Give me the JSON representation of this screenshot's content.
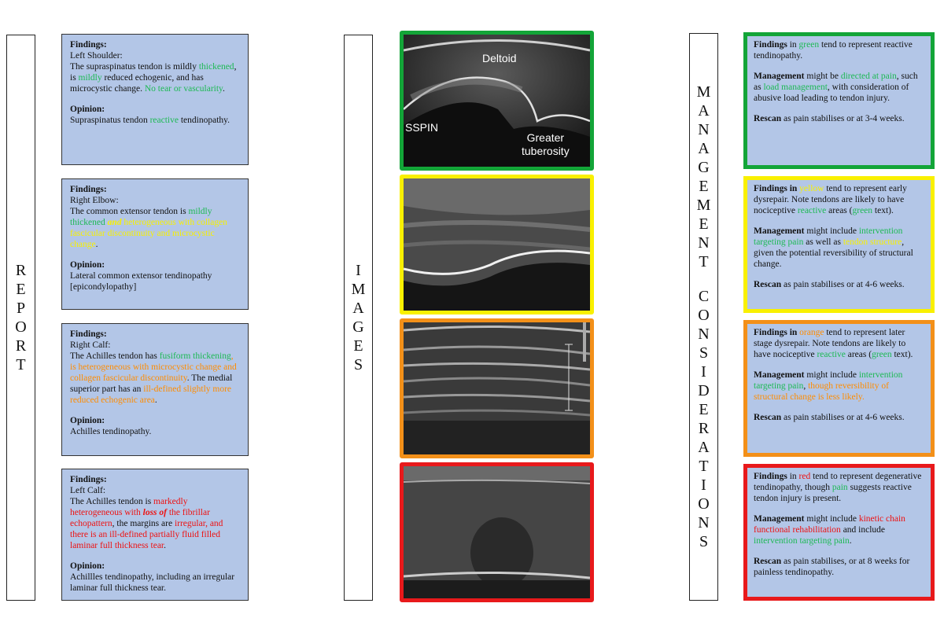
{
  "labels": {
    "report": [
      "R",
      "E",
      "P",
      "O",
      "R",
      "T"
    ],
    "images": [
      "I",
      "M",
      "A",
      "G",
      "E",
      "S"
    ],
    "management": [
      "M",
      "A",
      "N",
      "A",
      "G",
      "E",
      "M",
      "E",
      "N",
      "T"
    ],
    "considerations": [
      "C",
      "O",
      "N",
      "S",
      "I",
      "D",
      "E",
      "R",
      "A",
      "T",
      "I",
      "O",
      "N",
      "S"
    ]
  },
  "report": [
    {
      "findings_label": "Findings:",
      "site": "Left Shoulder:",
      "segments": [
        {
          "t": "The supraspinatus tendon is mildly ",
          "c": ""
        },
        {
          "t": "thickened",
          "c": "g"
        },
        {
          "t": ", is ",
          "c": ""
        },
        {
          "t": "mildly",
          "c": "g"
        },
        {
          "t": " reduced echogenic, and has microcystic change. ",
          "c": ""
        },
        {
          "t": "No tear or vascularity",
          "c": "g"
        },
        {
          "t": ".",
          "c": ""
        }
      ],
      "opinion_label": "Opinion:",
      "opinion": [
        {
          "t": "Supraspinatus tendon ",
          "c": ""
        },
        {
          "t": "reactive",
          "c": "g"
        },
        {
          "t": " tendinopathy.",
          "c": ""
        }
      ]
    },
    {
      "findings_label": "Findings:",
      "site": "Right Elbow:",
      "segments": [
        {
          "t": "The common extensor tendon is ",
          "c": ""
        },
        {
          "t": "mildly thickened",
          "c": "g"
        },
        {
          "t": " and",
          "c": "y bi"
        },
        {
          "t": " heterogeneous with collagen fascicular discontinuity and microcystic change",
          "c": "y"
        },
        {
          "t": ".",
          "c": ""
        }
      ],
      "opinion_label": "Opinion:",
      "opinion": [
        {
          "t": "Lateral common extensor tendinopathy [epicondylopathy]",
          "c": ""
        }
      ]
    },
    {
      "findings_label": "Findings:",
      "site": "Right Calf:",
      "segments": [
        {
          "t": "The Achilles tendon has ",
          "c": ""
        },
        {
          "t": "fusiform thickening",
          "c": "g"
        },
        {
          "t": ", is heterogeneous with microcystic change and collagen fascicular discontinuity",
          "c": "o"
        },
        {
          "t": ". The medial superior part has an ",
          "c": ""
        },
        {
          "t": "ill-defined slightly more reduced echogenic area",
          "c": "o"
        },
        {
          "t": ".",
          "c": ""
        }
      ],
      "opinion_label": "Opinion:",
      "opinion": [
        {
          "t": "Achilles tendinopathy.",
          "c": ""
        }
      ]
    },
    {
      "findings_label": "Findings:",
      "site": "Left Calf:",
      "segments": [
        {
          "t": "The Achilles  tendon is ",
          "c": ""
        },
        {
          "t": "markedly heterogeneous with ",
          "c": "r"
        },
        {
          "t": "loss of",
          "c": "r bi"
        },
        {
          "t": " the fibrillar echopattern",
          "c": "r"
        },
        {
          "t": ", the margins are ",
          "c": ""
        },
        {
          "t": "irregular, and there is an ill-defined partially fluid filled laminar full thickness tear",
          "c": "r"
        },
        {
          "t": ".",
          "c": ""
        }
      ],
      "opinion_label": "Opinion:",
      "opinion": [
        {
          "t": "Achillles tendinopathy, including an irregular laminar full thickness tear.",
          "c": ""
        }
      ]
    }
  ],
  "images": [
    {
      "border": "#13a538",
      "labels": {
        "deltoid": "Deltoid",
        "sspin": "SSPIN",
        "greater1": "Greater",
        "greater2": "tuberosity"
      }
    },
    {
      "border": "#f9f000"
    },
    {
      "border": "#f39019"
    },
    {
      "border": "#e8191b"
    }
  ],
  "management": [
    {
      "border": "#13a538",
      "paras": [
        [
          {
            "t": "Findings",
            "c": "b"
          },
          {
            "t": " in ",
            "c": ""
          },
          {
            "t": "green",
            "c": "g"
          },
          {
            "t": " tend to represent reactive tendinopathy.",
            "c": ""
          }
        ],
        [
          {
            "t": "Management",
            "c": "b"
          },
          {
            "t": " might be ",
            "c": ""
          },
          {
            "t": "directed at pain",
            "c": "g"
          },
          {
            "t": ", such as ",
            "c": ""
          },
          {
            "t": "load management",
            "c": "g"
          },
          {
            "t": ", with consideration of abusive load leading to tendon injury.",
            "c": ""
          }
        ],
        [
          {
            "t": "Rescan",
            "c": "b"
          },
          {
            "t": " as pain stabilises or at 3-4 weeks.",
            "c": ""
          }
        ]
      ]
    },
    {
      "border": "#f9f000",
      "paras": [
        [
          {
            "t": "Findings in ",
            "c": "b"
          },
          {
            "t": "yellow",
            "c": "y"
          },
          {
            "t": " tend to represent early dysrepair. Note tendons are likely to have nociceptive  ",
            "c": ""
          },
          {
            "t": "reactive",
            "c": "g"
          },
          {
            "t": " areas (",
            "c": ""
          },
          {
            "t": "green",
            "c": "g"
          },
          {
            "t": " text).",
            "c": ""
          }
        ],
        [
          {
            "t": "Management",
            "c": "b"
          },
          {
            "t": " might include ",
            "c": ""
          },
          {
            "t": "intervention targeting pain",
            "c": "g"
          },
          {
            "t": " as well as ",
            "c": ""
          },
          {
            "t": "tendon structure",
            "c": "y"
          },
          {
            "t": ", given the potential reversibility of structural change.",
            "c": ""
          }
        ],
        [
          {
            "t": "Rescan",
            "c": "b"
          },
          {
            "t": " as pain stabilises or at 4-6 weeks.",
            "c": ""
          }
        ]
      ]
    },
    {
      "border": "#f39019",
      "paras": [
        [
          {
            "t": "Findings in ",
            "c": "b"
          },
          {
            "t": "orange",
            "c": "o"
          },
          {
            "t": " tend to represent later stage dysrepair. Note tendons are likely to have nociceptive ",
            "c": ""
          },
          {
            "t": "reactive",
            "c": "g"
          },
          {
            "t": " areas (",
            "c": ""
          },
          {
            "t": "green",
            "c": "g"
          },
          {
            "t": " text).",
            "c": ""
          }
        ],
        [
          {
            "t": "Management",
            "c": "b"
          },
          {
            "t": " might include ",
            "c": ""
          },
          {
            "t": "intervention targeting pain",
            "c": "g"
          },
          {
            "t": ", ",
            "c": ""
          },
          {
            "t": "though reversibility of structural change is less likely.",
            "c": "o"
          }
        ],
        [
          {
            "t": "Rescan",
            "c": "b"
          },
          {
            "t": " as pain stabilises or at 4-6 weeks.",
            "c": ""
          }
        ]
      ]
    },
    {
      "border": "#e8191b",
      "paras": [
        [
          {
            "t": "Findings",
            "c": "b"
          },
          {
            "t": " in ",
            "c": ""
          },
          {
            "t": "red",
            "c": "r"
          },
          {
            "t": " tend to represent degenerative tendinopathy, though ",
            "c": ""
          },
          {
            "t": "pain",
            "c": "g"
          },
          {
            "t": " suggests reactive tendon injury is present.",
            "c": ""
          }
        ],
        [
          {
            "t": "Management",
            "c": "b"
          },
          {
            "t": " might include ",
            "c": ""
          },
          {
            "t": "kinetic chain functional rehabilitation",
            "c": "r"
          },
          {
            "t": " and include ",
            "c": ""
          },
          {
            "t": "intervention targeting pain",
            "c": "g"
          },
          {
            "t": ".",
            "c": ""
          }
        ],
        [
          {
            "t": "Rescan",
            "c": "b"
          },
          {
            "t": " as pain stabilises, or at 8 weeks for painless tendinopathy.",
            "c": ""
          }
        ]
      ]
    }
  ]
}
